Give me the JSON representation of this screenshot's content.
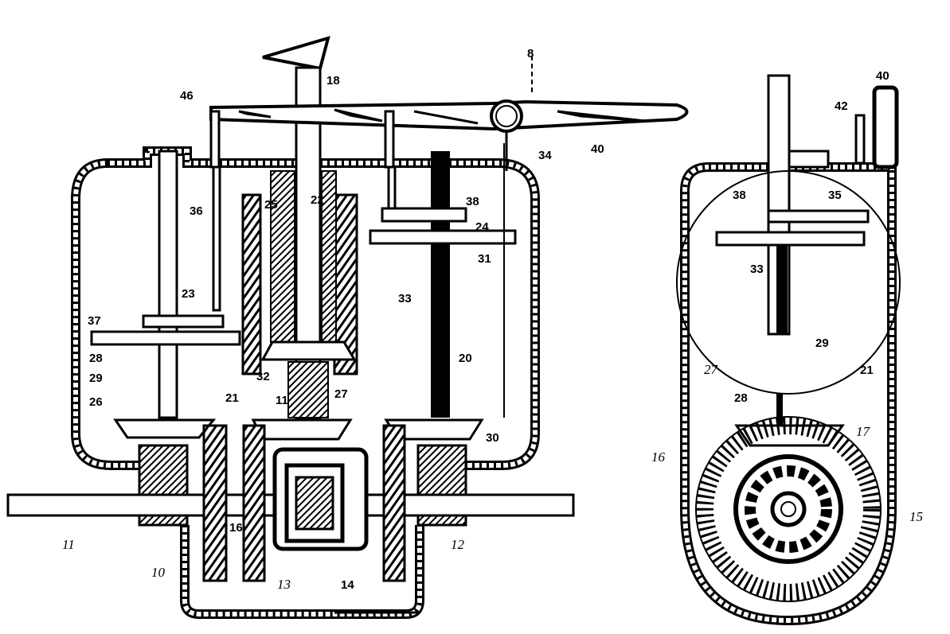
{
  "figure": {
    "title": "Patent drawing: gear transmission mechanism, sectional side view and end view",
    "ink_color": "#000000",
    "paper_color": "#ffffff"
  },
  "left_view": {
    "labels": [
      "18",
      "46",
      "8",
      "40",
      "34",
      "36",
      "25",
      "22",
      "23",
      "28",
      "31",
      "38",
      "37",
      "24",
      "33",
      "29",
      "26",
      "32",
      "11",
      "20",
      "27",
      "30",
      "11",
      "12",
      "10",
      "13",
      "14",
      "16",
      "21"
    ]
  },
  "right_view": {
    "labels": [
      "40",
      "42",
      "38",
      "35",
      "33",
      "29",
      "27",
      "21",
      "28",
      "17",
      "16",
      "15"
    ]
  }
}
